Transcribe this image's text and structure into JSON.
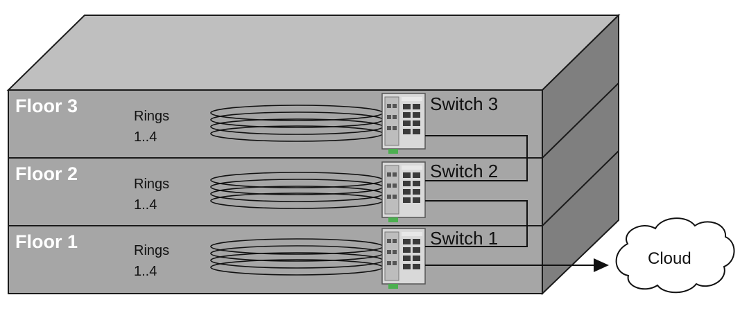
{
  "floors": [
    {
      "label": "Floor 3",
      "rings_line1": "Rings",
      "rings_line2": "1..4",
      "switch": "Switch 3"
    },
    {
      "label": "Floor 2",
      "rings_line1": "Rings",
      "rings_line2": "1..4",
      "switch": "Switch 2"
    },
    {
      "label": "Floor 1",
      "rings_line1": "Rings",
      "rings_line2": "1..4",
      "switch": "Switch 1"
    }
  ],
  "cloud": {
    "label": "Cloud"
  },
  "colors": {
    "floor_front": "#a6a6a6",
    "top_face": "#bfbfbf",
    "side_face": "#7f7f7f",
    "outline": "#1a1a1a",
    "switch_body": "#d9d9d9",
    "switch_accent": "#4caf50"
  }
}
